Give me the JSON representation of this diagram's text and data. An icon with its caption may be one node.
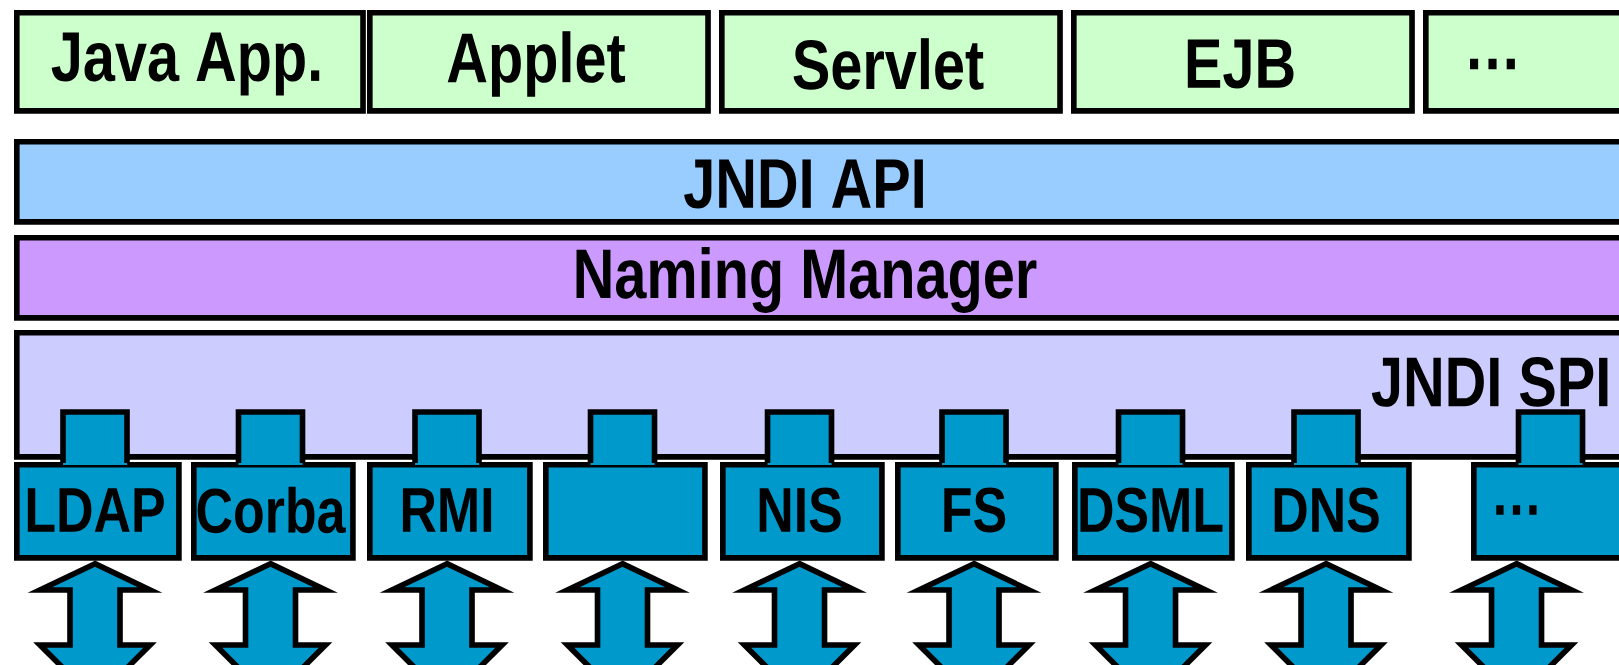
{
  "diagram": {
    "nodes": [
      {
        "text": [
          "Java App."
        ]
      },
      {
        "text": [
          "Applet"
        ]
      },
      {
        "text": [
          "Servlet"
        ]
      },
      {
        "text": [
          "EJB"
        ]
      },
      {
        "text": [
          "…"
        ]
      },
      {
        "text": [
          "JNDI API"
        ]
      },
      {
        "text": [
          "Naming Manager"
        ]
      },
      {
        "text": [
          "JNDI SPI"
        ]
      },
      {
        "text": [
          "LDAP"
        ]
      },
      {
        "text": [
          "Corba"
        ]
      },
      {
        "text": [
          "RMI"
        ]
      },
      {
        "text": [],
        "shape": "box"
      },
      {
        "text": [
          "NIS"
        ]
      },
      {
        "text": [
          "FS"
        ]
      },
      {
        "text": [
          "DSML"
        ]
      },
      {
        "text": [
          "DNS"
        ]
      },
      {
        "text": [
          "…"
        ]
      }
    ],
    "edges": [
      {
        "from": null,
        "to": 8,
        "arrow": "both"
      },
      {
        "from": null,
        "to": 9,
        "arrow": "both"
      },
      {
        "from": null,
        "to": 10,
        "arrow": "both"
      },
      {
        "from": null,
        "to": 11,
        "arrow": "both"
      },
      {
        "from": null,
        "to": 12,
        "arrow": "both"
      },
      {
        "from": null,
        "to": 13,
        "arrow": "both"
      },
      {
        "from": null,
        "to": 14,
        "arrow": "both"
      },
      {
        "from": null,
        "to": 15,
        "arrow": "both"
      },
      {
        "from": null,
        "to": 16,
        "arrow": "both"
      }
    ]
  }
}
